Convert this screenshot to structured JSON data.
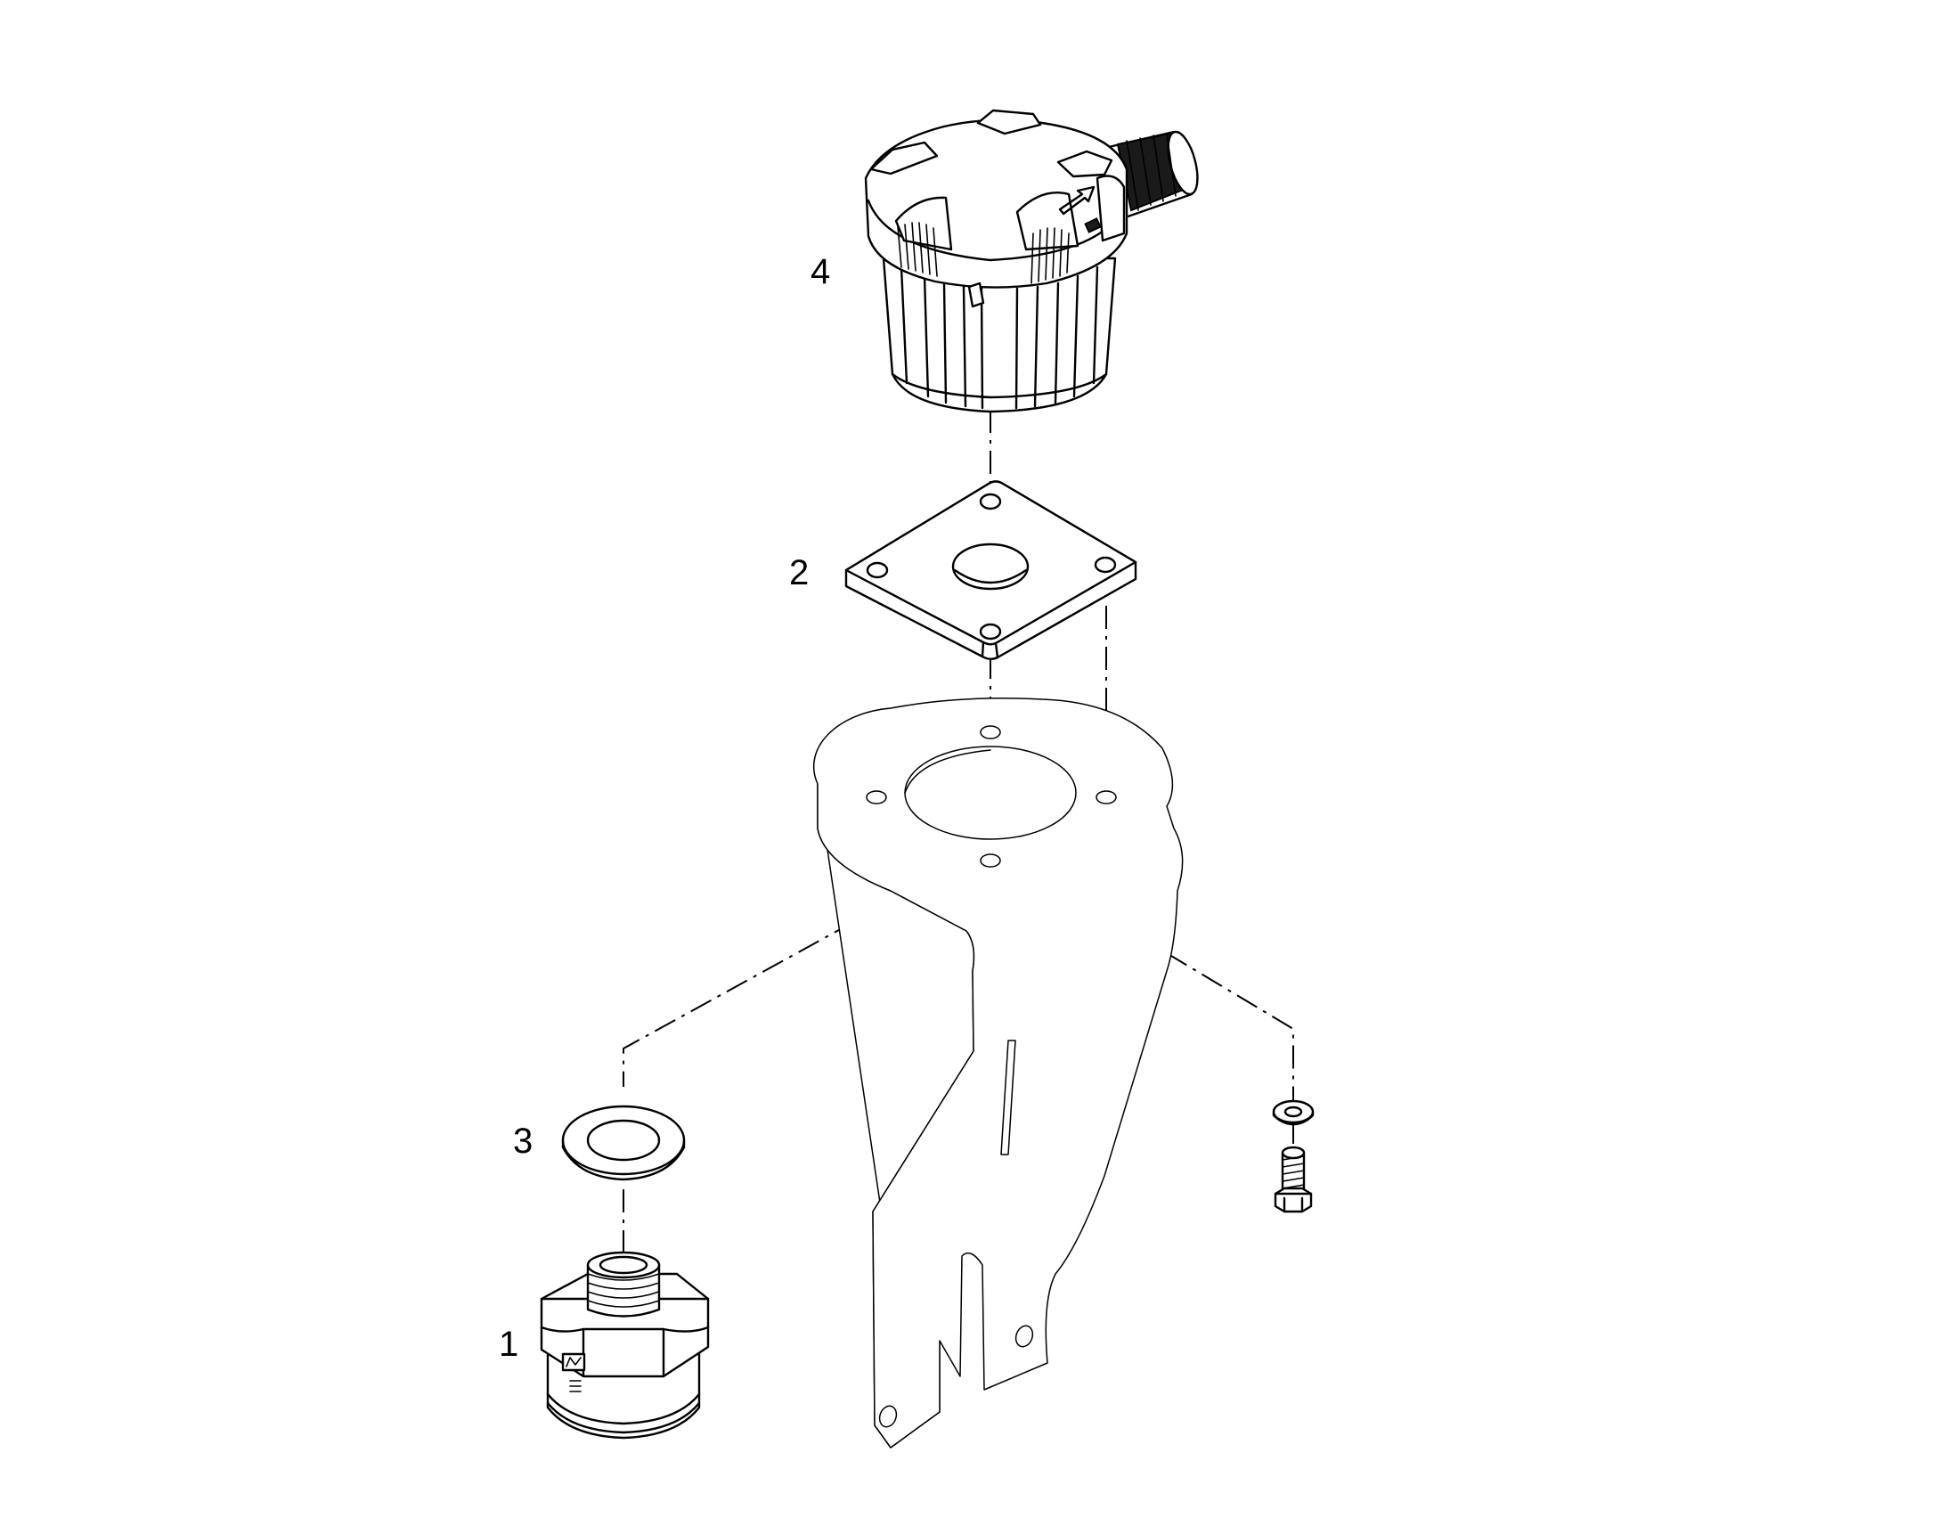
{
  "diagram": {
    "type": "exploded-parts-view",
    "callouts": [
      {
        "id": "1",
        "label": "1"
      },
      {
        "id": "2",
        "label": "2"
      },
      {
        "id": "3",
        "label": "3"
      },
      {
        "id": "4",
        "label": "4"
      }
    ]
  }
}
